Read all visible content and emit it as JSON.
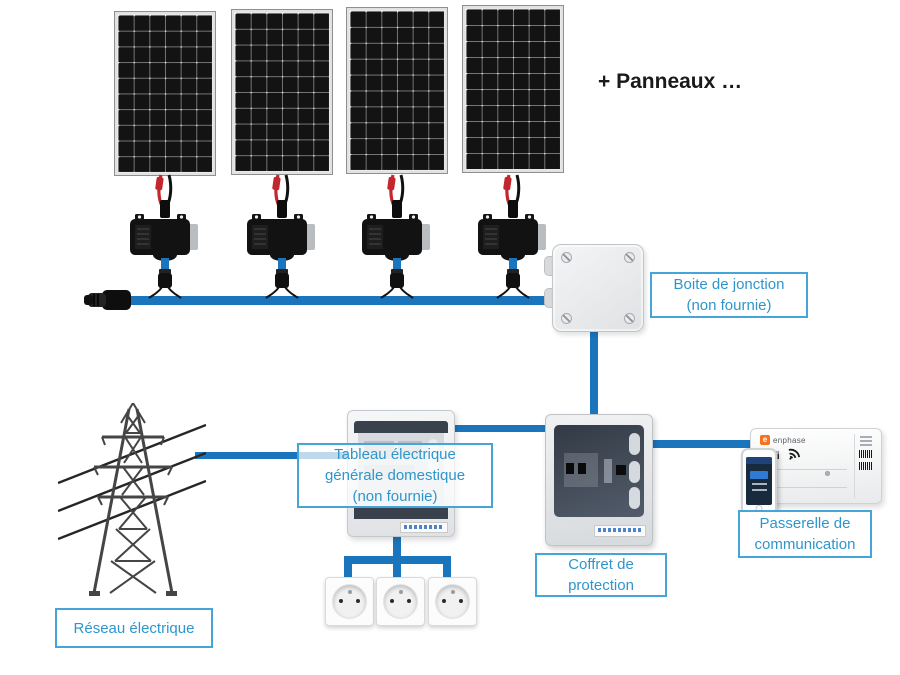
{
  "diagram": {
    "more_panels_label": "+ Panneaux …",
    "labels": {
      "boite_jonction": "Boite de jonction\n(non fournie)",
      "tableau_electrique": "Tableau électrique\ngénérale domestique\n(non fournie)",
      "reseau_electrique": "Réseau électrique",
      "coffret_protection": "Coffret de\nprotection",
      "passerelle_communication": "Passerelle de\ncommunication"
    },
    "gateway": {
      "brand_initial": "e",
      "brand": "enphase",
      "wifi_label": "wifi"
    },
    "counts": {
      "solar_panels": 4,
      "microinverters": 4,
      "outlets": 3
    },
    "colors": {
      "cable": "#1B75BC",
      "label_border": "#45A5DB",
      "label_text": "#2E96CC"
    }
  }
}
